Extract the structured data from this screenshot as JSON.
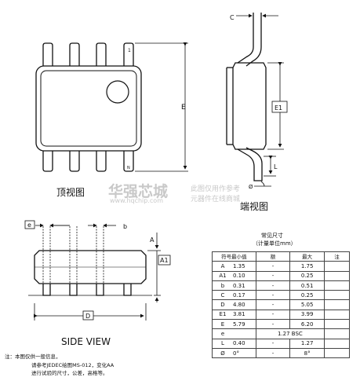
{
  "labels": {
    "top_view": "顶视图",
    "end_view": "端视图",
    "side_view": "SIDE VIEW",
    "pin1": "1",
    "pinN": "N",
    "C": "C",
    "E": "E",
    "E1": "E1",
    "L": "L",
    "theta": "Ø",
    "e": "e",
    "b": "b",
    "A": "A",
    "A1": "A1",
    "D": "D"
  },
  "watermark": {
    "brand": "华强芯城",
    "url": "www.hqchip.com",
    "line1": "此图仅用作参考",
    "line2": "元器件在线商城"
  },
  "table": {
    "title": "常见尺寸",
    "subtitle": "（计量单位mm）",
    "headers": [
      "符号最小值",
      "额",
      "最大",
      "注"
    ],
    "rows": [
      {
        "sym": "A",
        "min": "1.35",
        "nom": "-",
        "max": "1.75",
        "note": ""
      },
      {
        "sym": "A1",
        "min": "0.10",
        "nom": "-",
        "max": "0.25",
        "note": ""
      },
      {
        "sym": "b",
        "min": "0.31",
        "nom": "-",
        "max": "0.51",
        "note": ""
      },
      {
        "sym": "C",
        "min": "0.17",
        "nom": "-",
        "max": "0.25",
        "note": ""
      },
      {
        "sym": "D",
        "min": "4.80",
        "nom": "-",
        "max": "5.05",
        "note": ""
      },
      {
        "sym": "E1",
        "min": "3.81",
        "nom": "-",
        "max": "3.99",
        "note": ""
      },
      {
        "sym": "E",
        "min": "5.79",
        "nom": "-",
        "max": "6.20",
        "note": ""
      },
      {
        "sym": "e",
        "span": "1.27 BSC"
      },
      {
        "sym": "L",
        "min": "0.40",
        "nom": "-",
        "max": "1.27",
        "note": ""
      },
      {
        "sym": "Ø",
        "min": "0°",
        "nom": "-",
        "max": "8°",
        "note": ""
      }
    ]
  },
  "notes": {
    "line1": "注：本图仅供一般信息，",
    "line2": "请参考JEDEC绘图MS-012，变化AA",
    "line3": "进行试验的尺寸，公差，高格等。"
  }
}
